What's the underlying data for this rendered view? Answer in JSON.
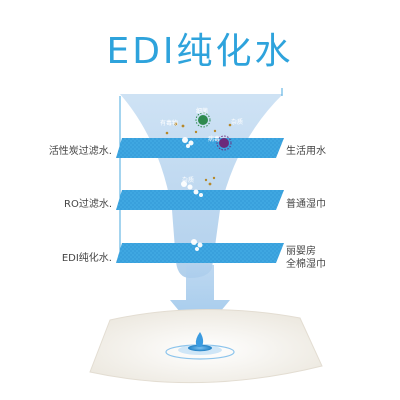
{
  "title": "EDI纯化水",
  "stages": [
    {
      "left": "活性炭过滤水.",
      "right": "生活用水"
    },
    {
      "left": "RO过滤水.",
      "right": "普通湿巾"
    },
    {
      "left": "EDI纯化水.",
      "right_line1": "丽婴房",
      "right_line2": "全棉湿巾"
    }
  ],
  "particles": [
    "有毒物",
    "细菌",
    "杂质",
    "病毒",
    "杂质"
  ],
  "colors": {
    "accent": "#2ea3dc",
    "layer": "#3ea6e0",
    "funnel": "#b9d6ef"
  }
}
